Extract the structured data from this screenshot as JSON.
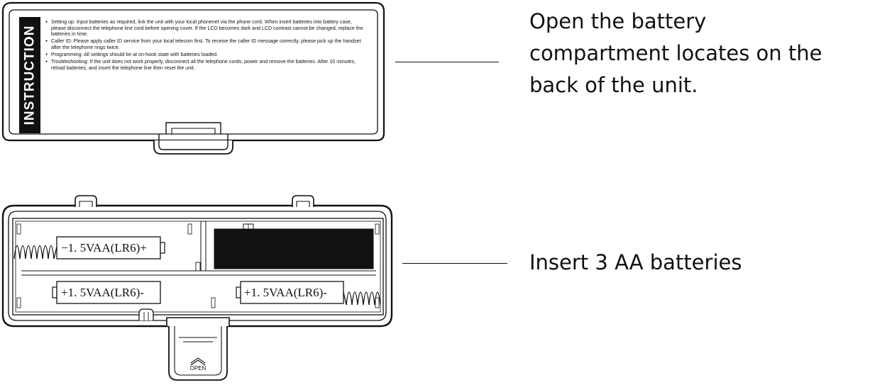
{
  "cover": {
    "title": "INSTRUCTION",
    "items": [
      "Setting up: Input batteries as required, link the unit with your local phonenet via the phone cord. When insert batteries into battery case, please disconnect the telephone line cord before opening cover. If the LCD becomes dark and LCD contrast cannot be changed, replace the batteries in time.",
      "Caller ID: Please apply caller ID service from your local telecom first. To receive the caller ID message correctly, please pick up the handset after the telephone rings twice.",
      "Programming: All settings should be at on-hook state with batteries loaded.",
      "Troubleshooting: If the unit does not work properly, disconnect all the telephone cords, power and remove the batteries. After 10 minutes, reload batteries, and insert the telephone line then reset the unit."
    ]
  },
  "compartment": {
    "battery_top_left": "−1. 5VAA(LR6)+",
    "battery_bottom_left": "+1. 5VAA(LR6)-",
    "battery_bottom_right": "+1. 5VAA(LR6)-",
    "open_label": "OPEN"
  },
  "callouts": {
    "top": [
      "Open the battery",
      "compartment locates on the",
      "back of the unit."
    ],
    "bottom": "Insert 3 AA batteries"
  }
}
